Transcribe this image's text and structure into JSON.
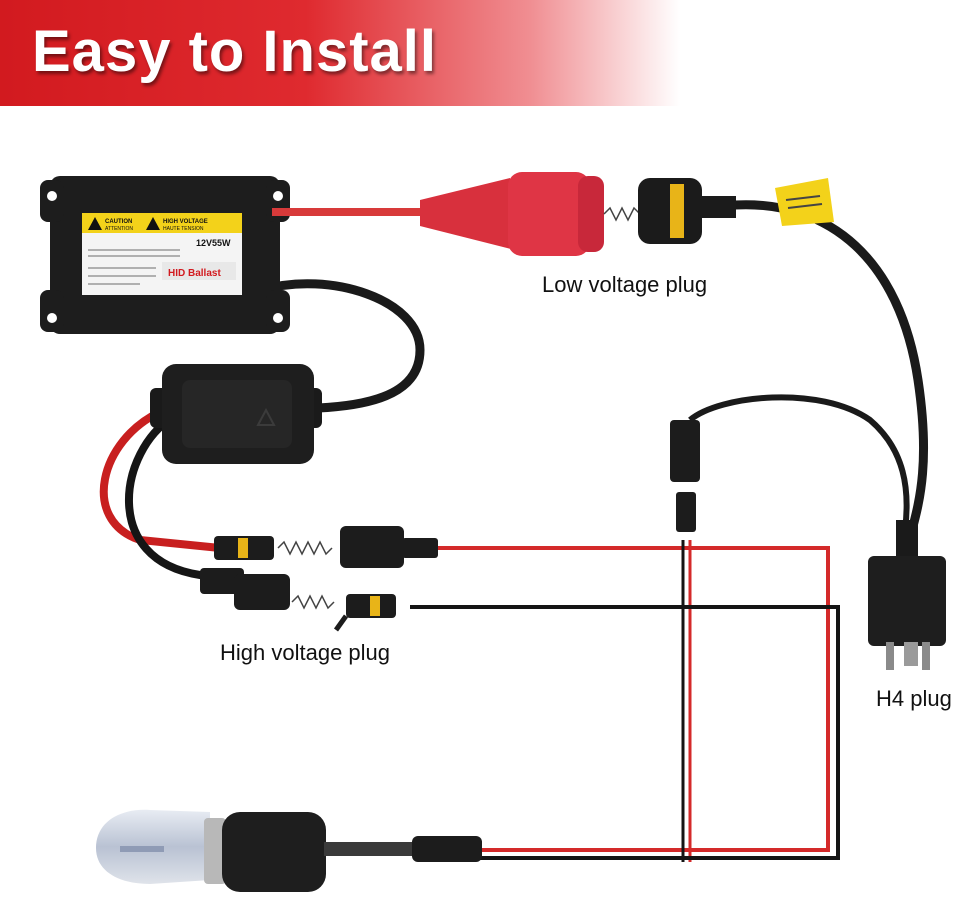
{
  "banner": {
    "title": "Easy to Install",
    "color": "#d21a1f"
  },
  "labels": {
    "low_voltage": "Low voltage plug",
    "high_voltage": "High voltage plug",
    "h4": "H4 plug"
  },
  "ballast": {
    "name": "HID Ballast",
    "rating": "12V55W",
    "caution": "CAUTION",
    "caution_sub": "ATTENTION",
    "high_voltage": "HIGH VOLTAGE",
    "high_voltage_sub": "HAUTE TENSION"
  },
  "colors": {
    "red_wire": "#d42a2a",
    "black_wire": "#151515",
    "warning_yellow": "#f3d21a"
  }
}
